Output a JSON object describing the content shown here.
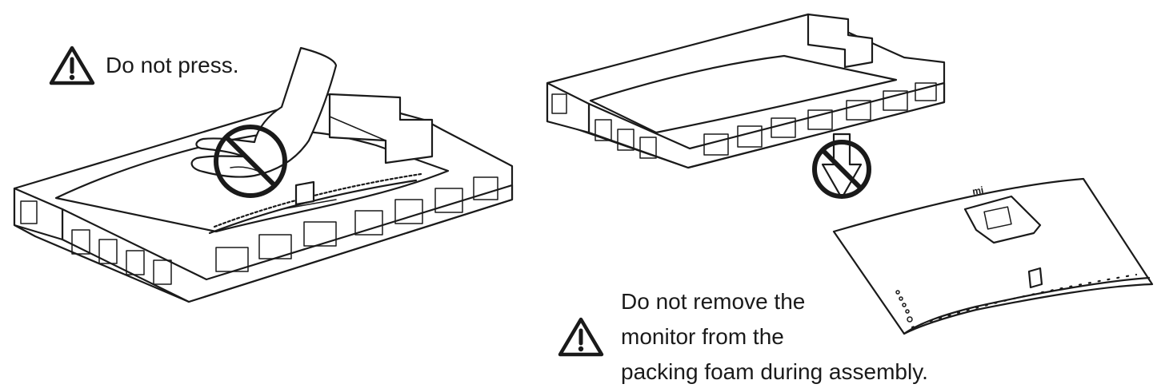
{
  "warnings": {
    "left": {
      "icon": "warning-triangle-icon",
      "text": "Do not press."
    },
    "right": {
      "icon": "warning-triangle-icon",
      "lines": [
        "Do not remove the",
        "monitor from the",
        "packing foam during assembly."
      ]
    }
  },
  "brand_mark": "mi",
  "colors": {
    "line": "#1a1a1a",
    "background": "#ffffff"
  }
}
